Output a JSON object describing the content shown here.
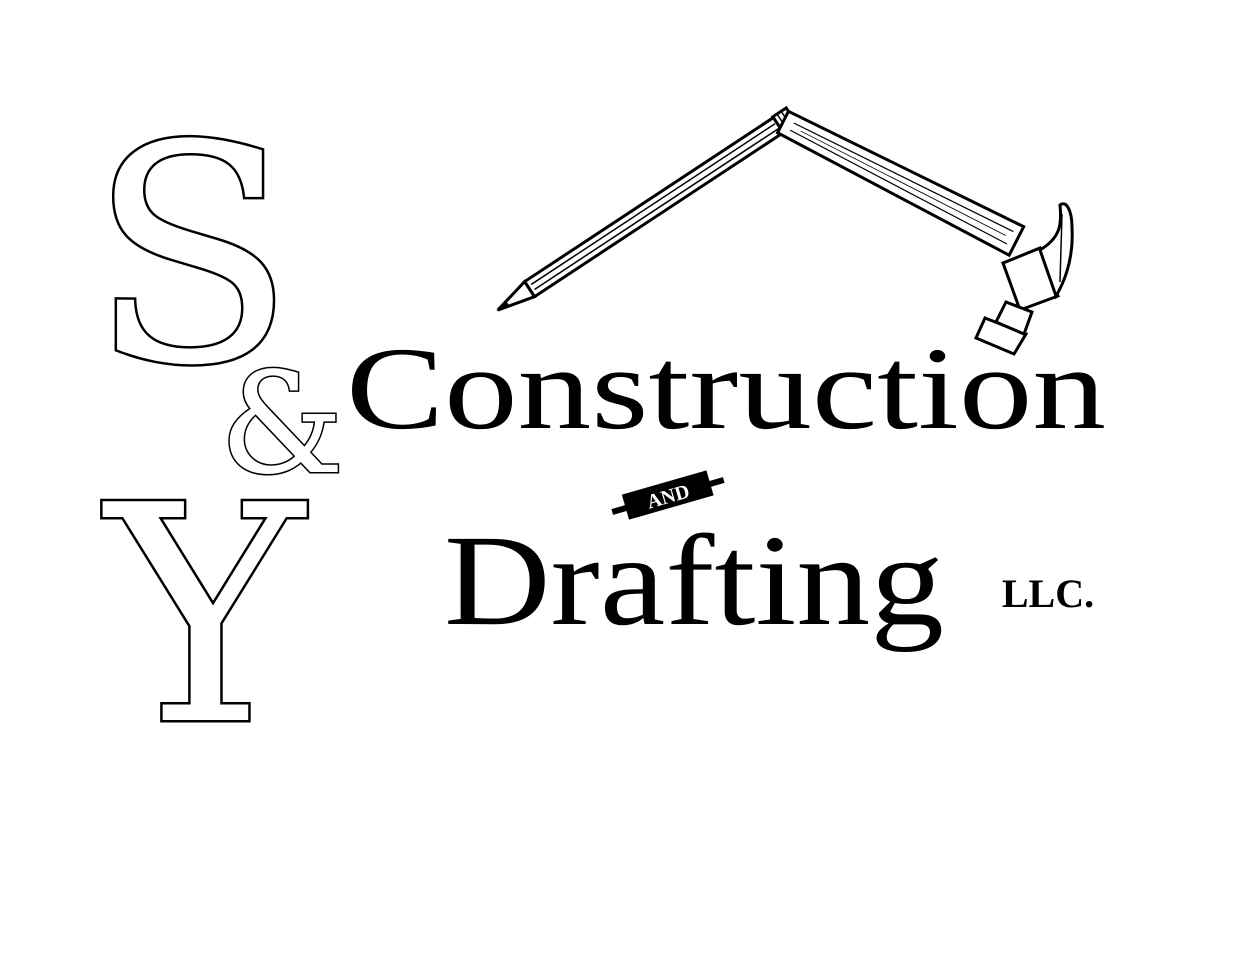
{
  "logo": {
    "monogram_s": "S",
    "monogram_amp": "&",
    "monogram_y": "Y",
    "word_construction": "Construction",
    "word_and": "AND",
    "word_drafting": "Drafting",
    "suffix": "LLC.",
    "ink_color": "#000000",
    "background_color": "#ffffff",
    "icons": [
      "pencil-icon",
      "hammer-icon"
    ]
  }
}
